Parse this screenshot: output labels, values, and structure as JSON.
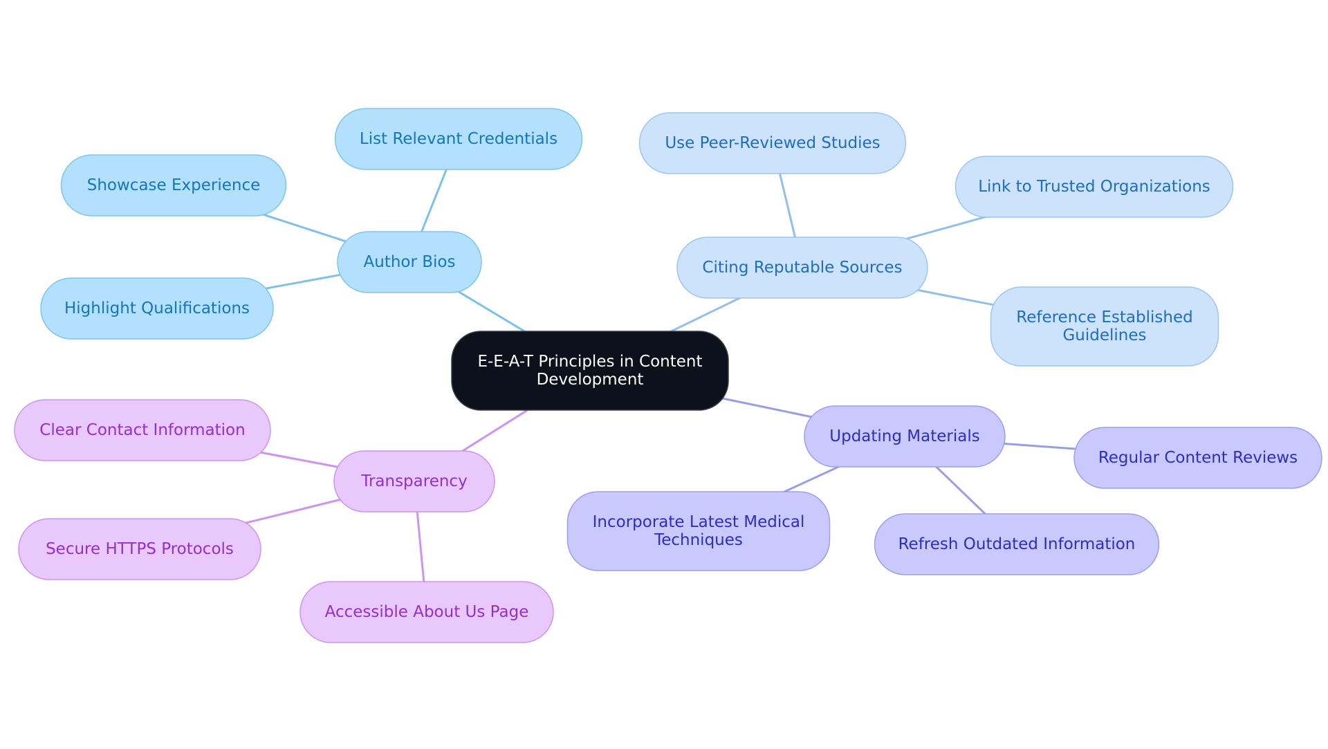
{
  "diagram": {
    "type": "mindmap",
    "root": {
      "label": [
        "E-E-A-T Principles in Content",
        "Development"
      ]
    },
    "branches": [
      {
        "key": "author",
        "label": [
          "Author Bios"
        ],
        "theme": "blue",
        "children": [
          {
            "label": [
              "List Relevant Credentials"
            ]
          },
          {
            "label": [
              "Showcase Experience"
            ]
          },
          {
            "label": [
              "Highlight Qualifications"
            ]
          }
        ]
      },
      {
        "key": "sources",
        "label": [
          "Citing Reputable Sources"
        ],
        "theme": "lightblue",
        "children": [
          {
            "label": [
              "Use Peer-Reviewed Studies"
            ]
          },
          {
            "label": [
              "Link to Trusted Organizations"
            ]
          },
          {
            "label": [
              "Reference Established",
              "Guidelines"
            ]
          }
        ]
      },
      {
        "key": "updating",
        "label": [
          "Updating Materials"
        ],
        "theme": "indigo",
        "children": [
          {
            "label": [
              "Regular Content Reviews"
            ]
          },
          {
            "label": [
              "Refresh Outdated Information"
            ]
          },
          {
            "label": [
              "Incorporate Latest Medical",
              "Techniques"
            ]
          }
        ]
      },
      {
        "key": "transparency",
        "label": [
          "Transparency"
        ],
        "theme": "purple",
        "children": [
          {
            "label": [
              "Clear Contact Information"
            ]
          },
          {
            "label": [
              "Secure HTTPS Protocols"
            ]
          },
          {
            "label": [
              "Accessible About Us Page"
            ]
          }
        ]
      }
    ]
  },
  "themes": {
    "root": {
      "fill": "#0c111b",
      "stroke": "#3a3f48",
      "text": "#ffffff",
      "edge": "#000000"
    },
    "blue": {
      "fill": "#b3e0fd",
      "stroke": "#7dc4ef",
      "text": "#1576b8",
      "edge": "#7dc0ea"
    },
    "lightblue": {
      "fill": "#cde3fc",
      "stroke": "#9cc5f0",
      "text": "#1f6dbd",
      "edge": "#95bdeb"
    },
    "indigo": {
      "fill": "#c9c9fd",
      "stroke": "#9d9df0",
      "text": "#2c2ec0",
      "edge": "#9a9ce8"
    },
    "purple": {
      "fill": "#e9c9fb",
      "stroke": "#cd93ee",
      "text": "#9330c7",
      "edge": "#cc94ec"
    }
  }
}
